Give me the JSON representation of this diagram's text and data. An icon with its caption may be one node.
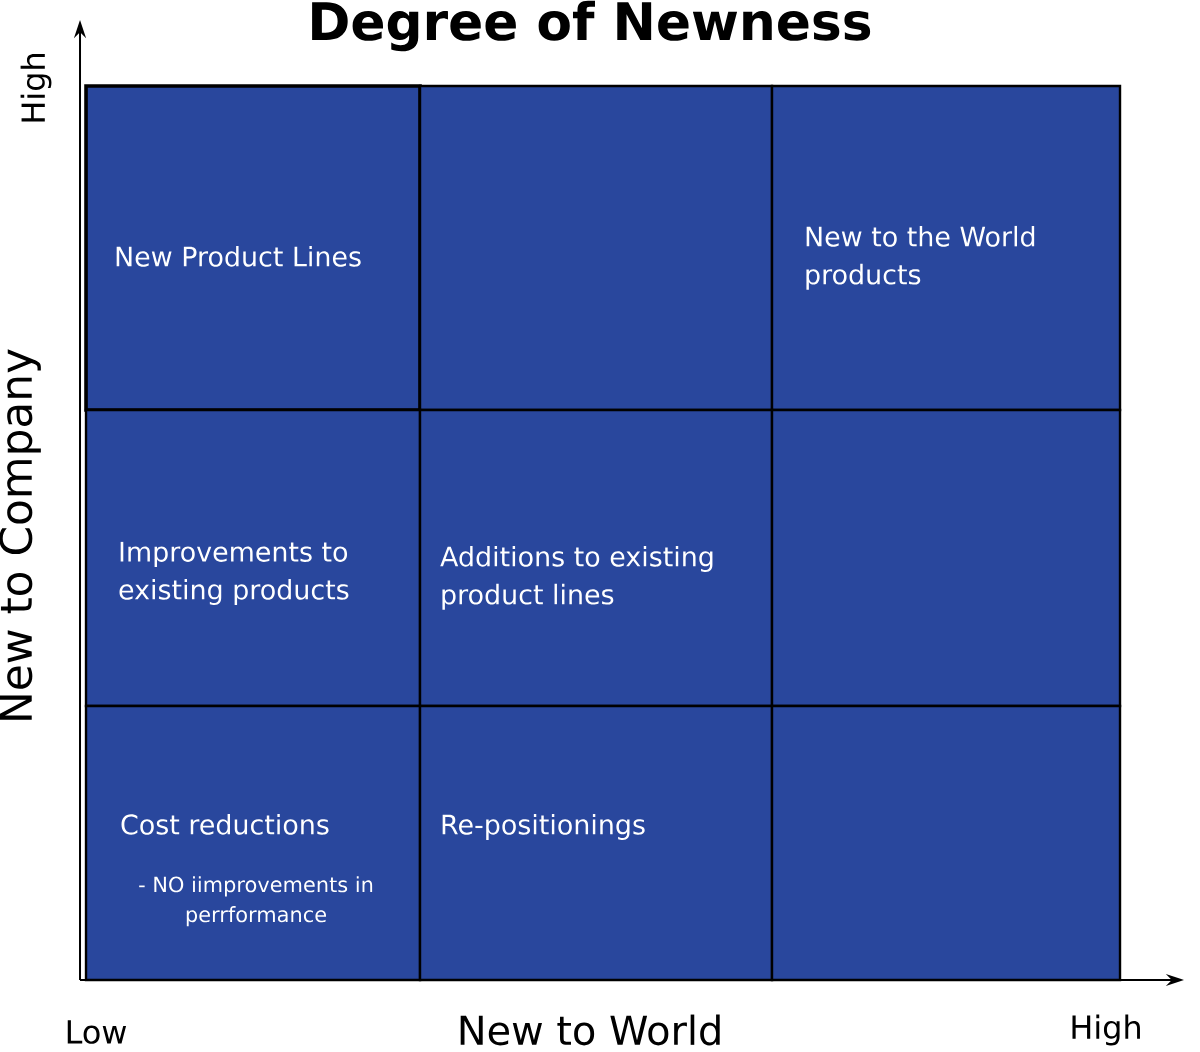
{
  "diagram": {
    "title": "Degree of Newness",
    "nodes": [
      {
        "text": [
          "New Product Lines"
        ]
      },
      {
        "text": [],
        "shape": "box"
      },
      {
        "text": [
          "New to the World products"
        ]
      },
      {
        "text": [
          "Improvements to existing products"
        ]
      },
      {
        "text": [
          "Additions to existing product lines"
        ]
      },
      {
        "text": [],
        "shape": "box"
      },
      {
        "text": [
          "Cost reductions",
          "- NO iimprovements in perrformance"
        ]
      },
      {
        "text": [
          "Re-positionings"
        ]
      },
      {
        "text": [],
        "shape": "box"
      }
    ],
    "edges": [],
    "labels": [
      "High",
      "New to Company",
      "Low",
      "New to World",
      "High"
    ]
  }
}
